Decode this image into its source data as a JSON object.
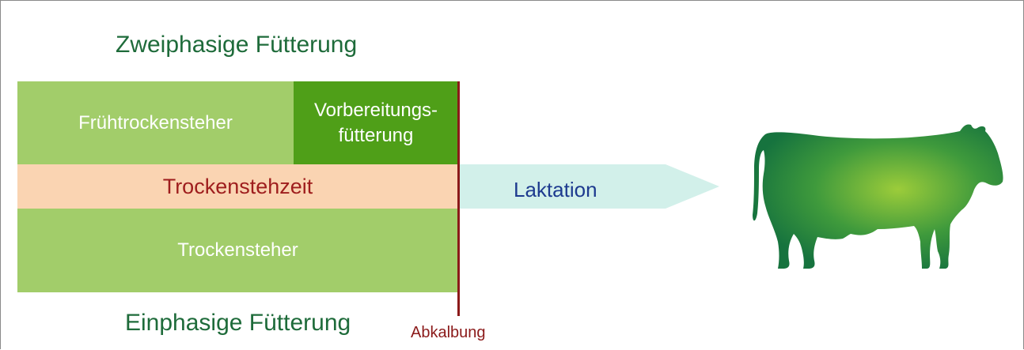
{
  "titles": {
    "two_phase": "Zweiphasige Fütterung",
    "one_phase": "Einphasige Fütterung"
  },
  "boxes": {
    "early_dry": "Frühtrockensteher",
    "preparation": "Vorbereitungs-\nfütterung",
    "dry_period": "Trockenstehzeit",
    "dry": "Trockensteher"
  },
  "calving": "Abkalbung",
  "lactation": "Laktation",
  "colors": {
    "light_green": "#a2cd6a",
    "dark_green": "#4f9f18",
    "peach": "#fad4b2",
    "calving_line": "#8b1a1a",
    "arrow_fill": "#d2f0ea",
    "title_green": "#1e6b3a",
    "lactation_blue": "#1d3a8f"
  },
  "icons": {
    "animal": "cow-icon"
  }
}
